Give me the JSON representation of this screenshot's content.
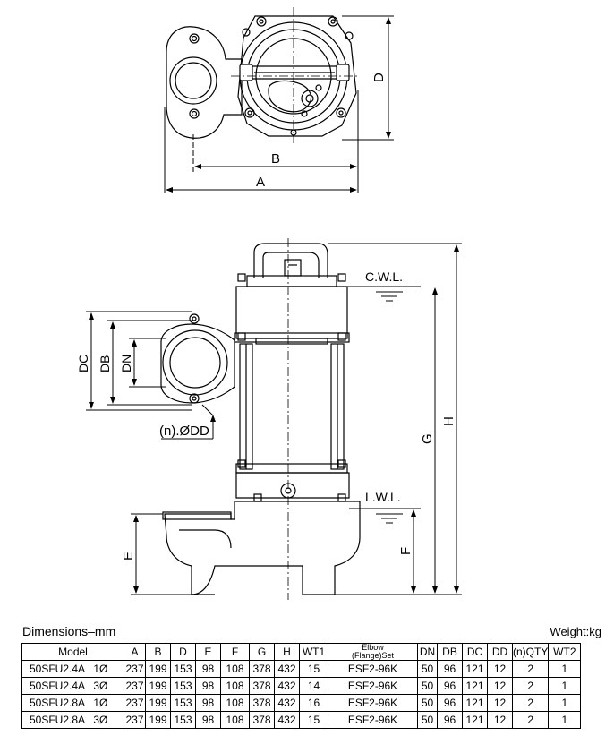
{
  "drawing_labels": {
    "A": "A",
    "B": "B",
    "D": "D",
    "H": "H",
    "G": "G",
    "E": "E",
    "F": "F",
    "DC": "DC",
    "DB": "DB",
    "DN": "DN",
    "flange_holes": "(n).ØDD",
    "cwl": "C.W.L.",
    "lwl": "L.W.L."
  },
  "caption": {
    "left": "Dimensions–mm",
    "right": "Weight:kg"
  },
  "table": {
    "headers": [
      "Model",
      "A",
      "B",
      "D",
      "E",
      "F",
      "G",
      "H",
      "WT1",
      "Elbow\n(Flange)Set",
      "DN",
      "DB",
      "DC",
      "DD",
      "(n)QTY",
      "WT2"
    ],
    "rows": [
      [
        "50SFU2.4A   1Ø",
        "237",
        "199",
        "153",
        "98",
        "108",
        "378",
        "432",
        "15",
        "ESF2-96K",
        "50",
        "96",
        "121",
        "12",
        "2",
        "1"
      ],
      [
        "50SFU2.4A   3Ø",
        "237",
        "199",
        "153",
        "98",
        "108",
        "378",
        "432",
        "14",
        "ESF2-96K",
        "50",
        "96",
        "121",
        "12",
        "2",
        "1"
      ],
      [
        "50SFU2.8A   1Ø",
        "237",
        "199",
        "153",
        "98",
        "108",
        "378",
        "432",
        "16",
        "ESF2-96K",
        "50",
        "96",
        "121",
        "12",
        "2",
        "1"
      ],
      [
        "50SFU2.8A   3Ø",
        "237",
        "199",
        "153",
        "98",
        "108",
        "378",
        "432",
        "15",
        "ESF2-96K",
        "50",
        "96",
        "121",
        "12",
        "2",
        "1"
      ]
    ]
  }
}
